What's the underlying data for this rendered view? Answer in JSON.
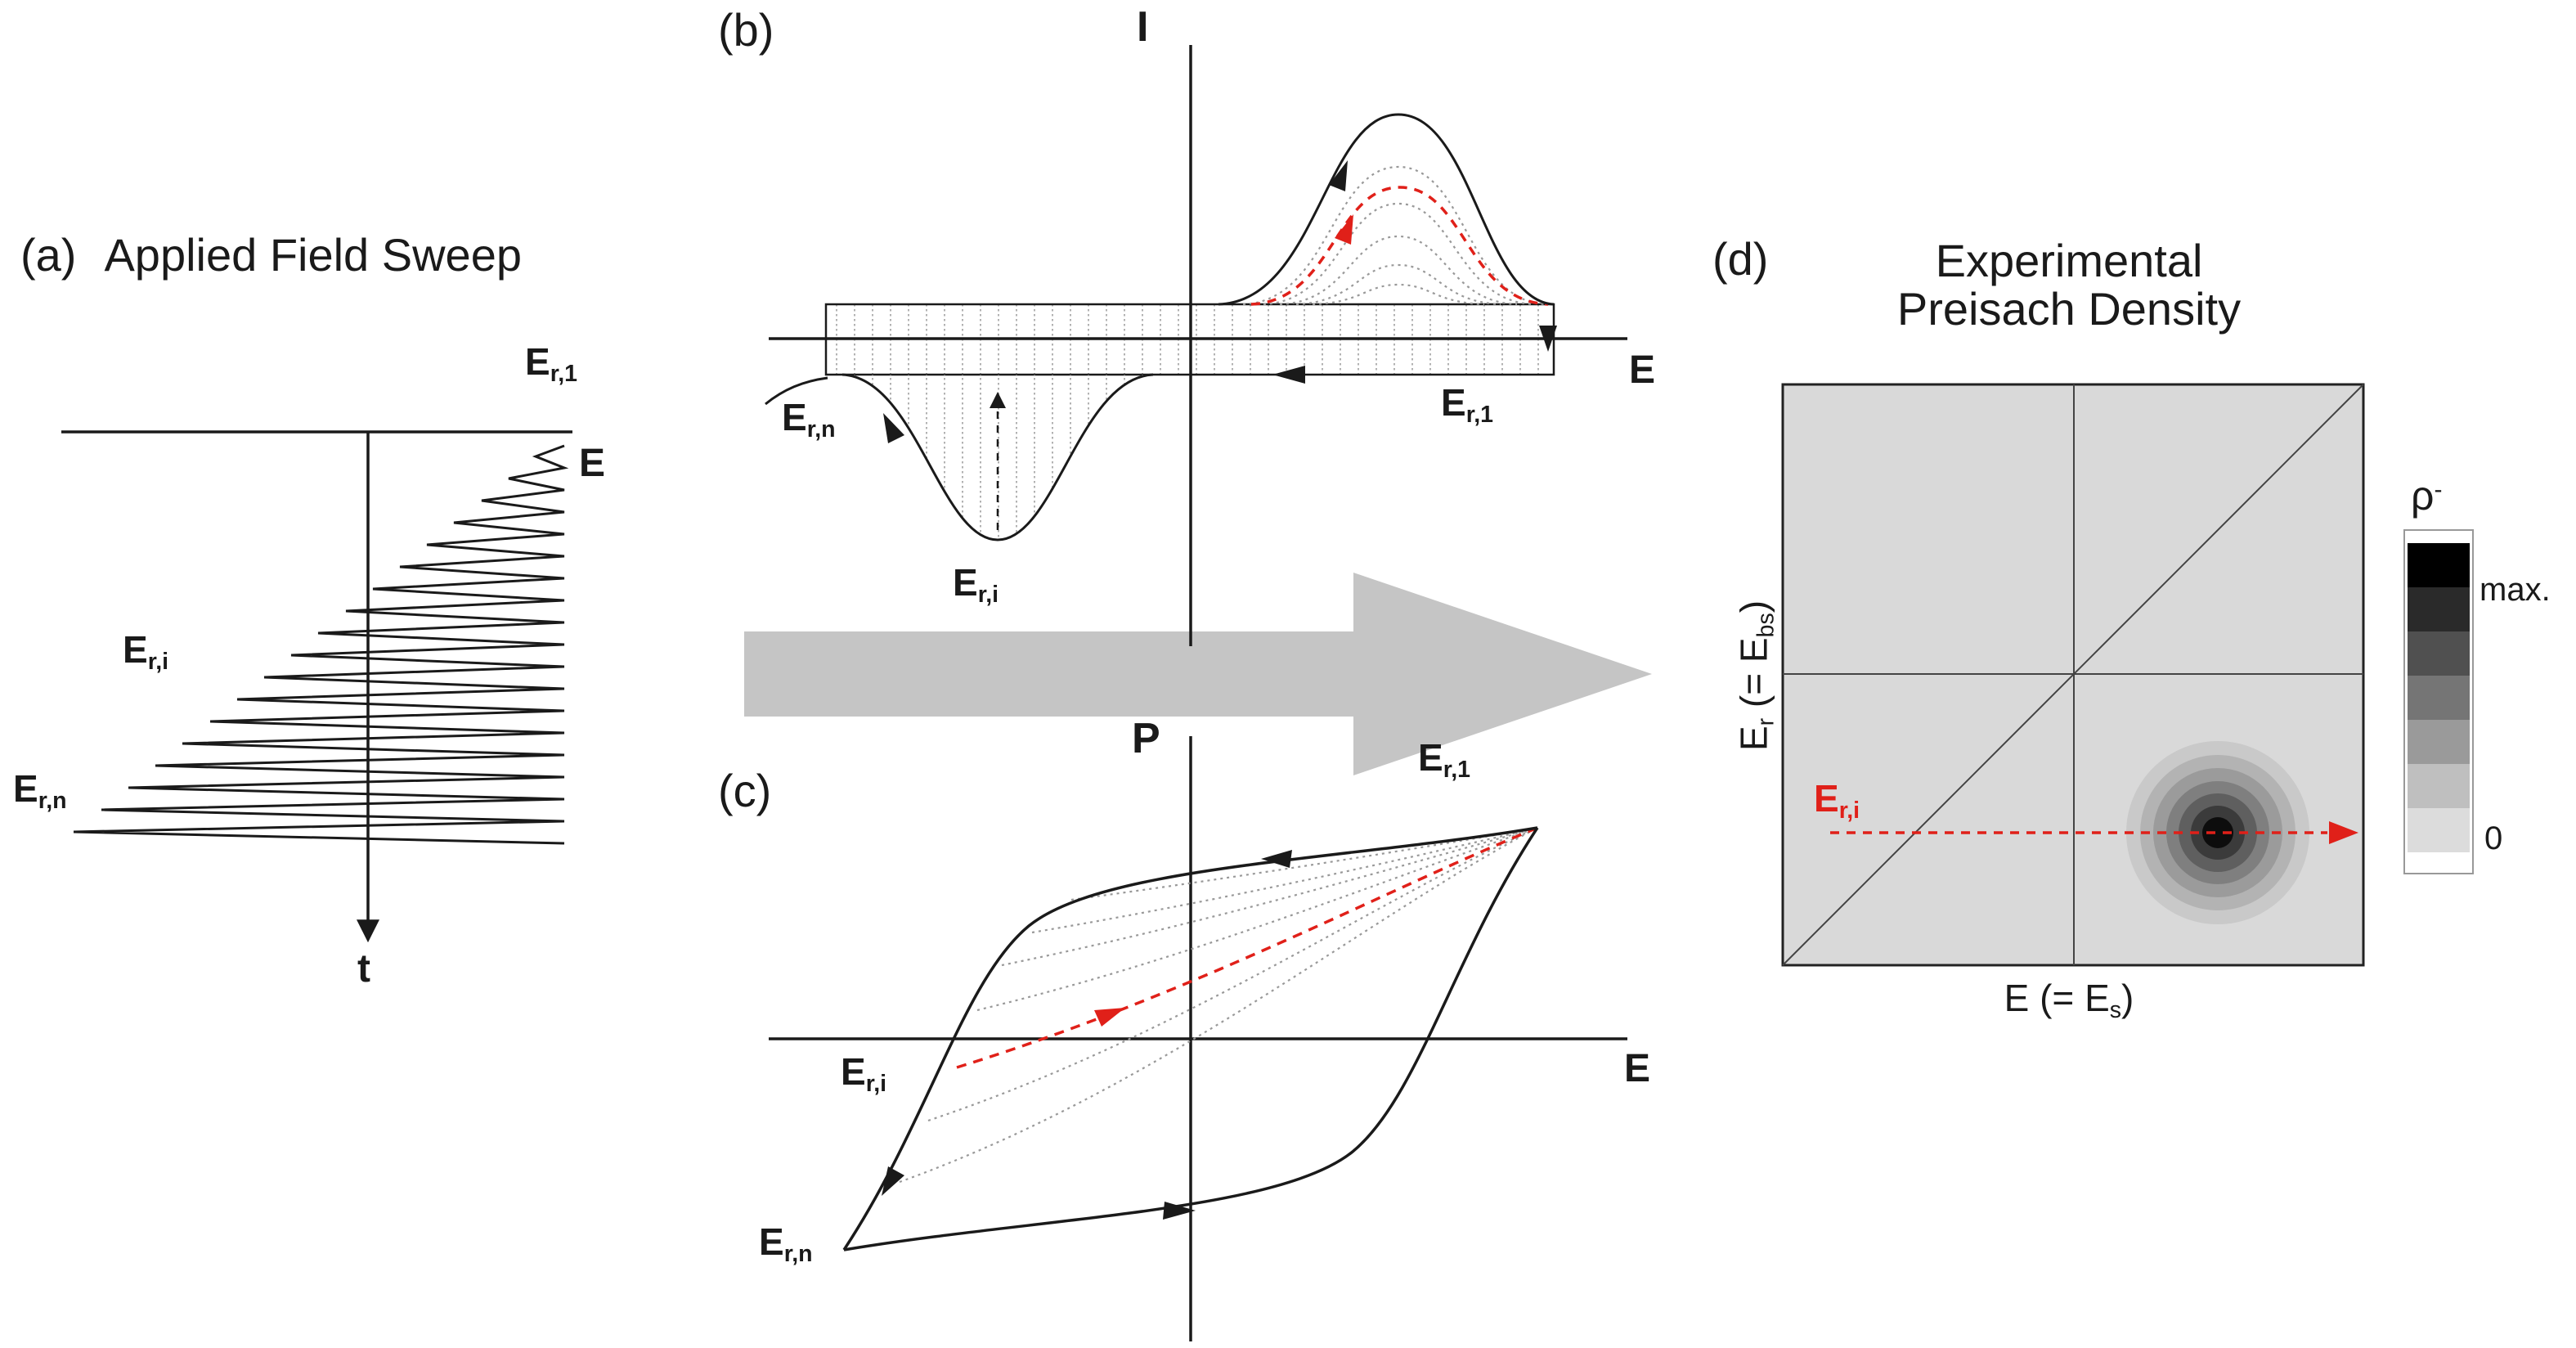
{
  "figure": {
    "panel_a": {
      "letter": "(a)",
      "title": "Applied Field Sweep",
      "x_axis_label": "E",
      "t_axis_label": "t"
    },
    "panel_b": {
      "letter": "(b)",
      "y_axis_label": "I",
      "x_axis_label": "E"
    },
    "panel_c": {
      "letter": "(c)",
      "y_axis_label": "P",
      "x_axis_label": "E"
    },
    "panel_d": {
      "letter": "(d)",
      "title_line1": "Experimental",
      "title_line2": "Preisach Density",
      "y_axis": {
        "p1": "E",
        "s1": "r",
        "p2": " (= E",
        "s2": "bs",
        "p3": ")"
      },
      "x_axis": {
        "p1": "E",
        "p2": " (= E",
        "s1": "s",
        "p3": ")"
      },
      "colorbar": {
        "symbol": "ρ",
        "symbol_sup": "-",
        "max_label": "max.",
        "min_label": "0",
        "steps": [
          "#000000",
          "#2a2a2a",
          "#505050",
          "#757575",
          "#9a9a9a",
          "#bfbfbf",
          "#dcdcdc"
        ]
      },
      "blob_shades": [
        "#c9c9c9",
        "#b3b3b3",
        "#9b9b9b",
        "#7f7f7f",
        "#5f5f5f",
        "#3b3b3b",
        "#0d0d0d"
      ]
    },
    "symbols": {
      "er1": {
        "main": "E",
        "sub": "r,1"
      },
      "eri": {
        "main": "E",
        "sub": "r,i"
      },
      "ern": {
        "main": "E",
        "sub": "r,n"
      }
    },
    "colors": {
      "red": "#e02019",
      "arrow_gray": "#c5c5c5",
      "panel_bg": "#d9d9d9",
      "ink": "#1a1a1a"
    }
  }
}
